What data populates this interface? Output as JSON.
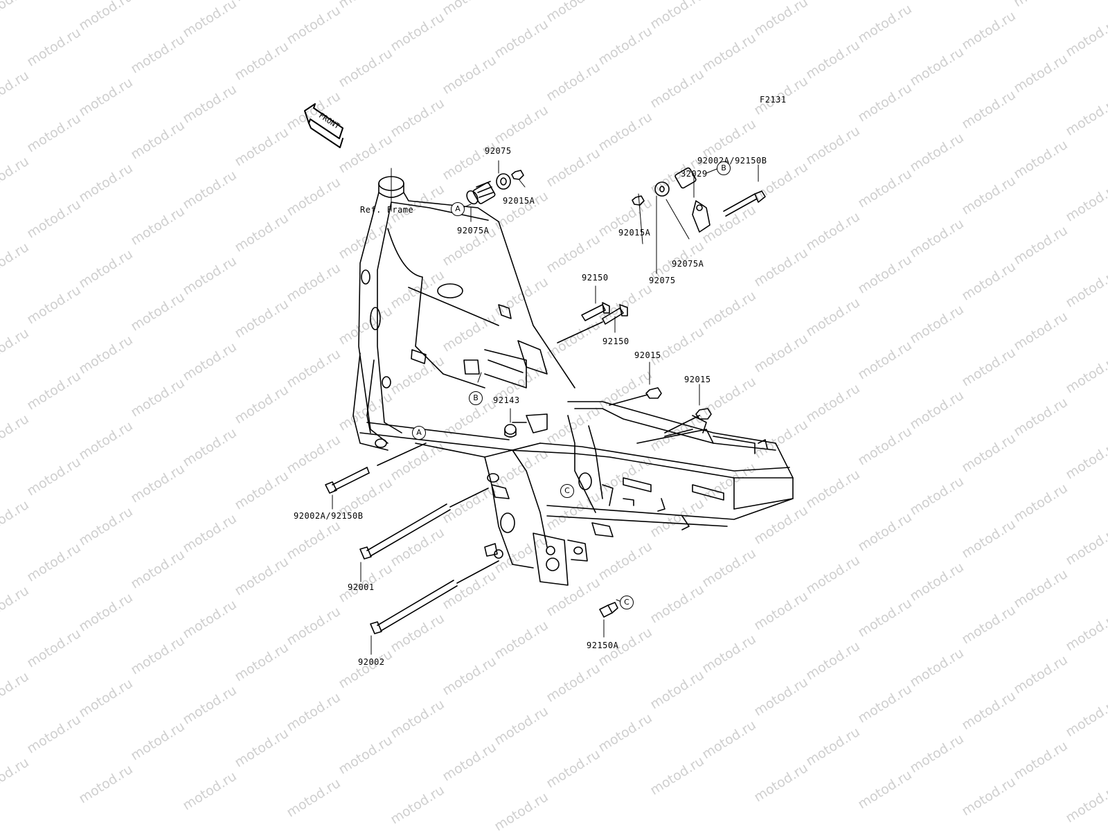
{
  "figure_code": "F2131",
  "front_arrow": {
    "text": "FRONT"
  },
  "watermark": "motod.ru",
  "labels": {
    "ref_frame": "Ref. Frame",
    "p92075_top": "92075",
    "p92015A_top": "92015A",
    "p92075A_top": "92075A",
    "p92002A_92150B_right": "92002A/92150B",
    "p32029": "32029",
    "p92015A_mid": "92015A",
    "p92075A_mid": "92075A",
    "p92075_mid": "92075",
    "p92150_a": "92150",
    "p92150_b": "92150",
    "p92015_a": "92015",
    "p92015_b": "92015",
    "p92143": "92143",
    "p92002A_92150B_left": "92002A/92150B",
    "p92001": "92001",
    "p92002": "92002",
    "p92150A": "92150A"
  },
  "refs": {
    "A": "A",
    "B": "B",
    "C": "C"
  },
  "colors": {
    "line": "#000000",
    "watermark": "#cfcfcf",
    "background": "#ffffff"
  }
}
